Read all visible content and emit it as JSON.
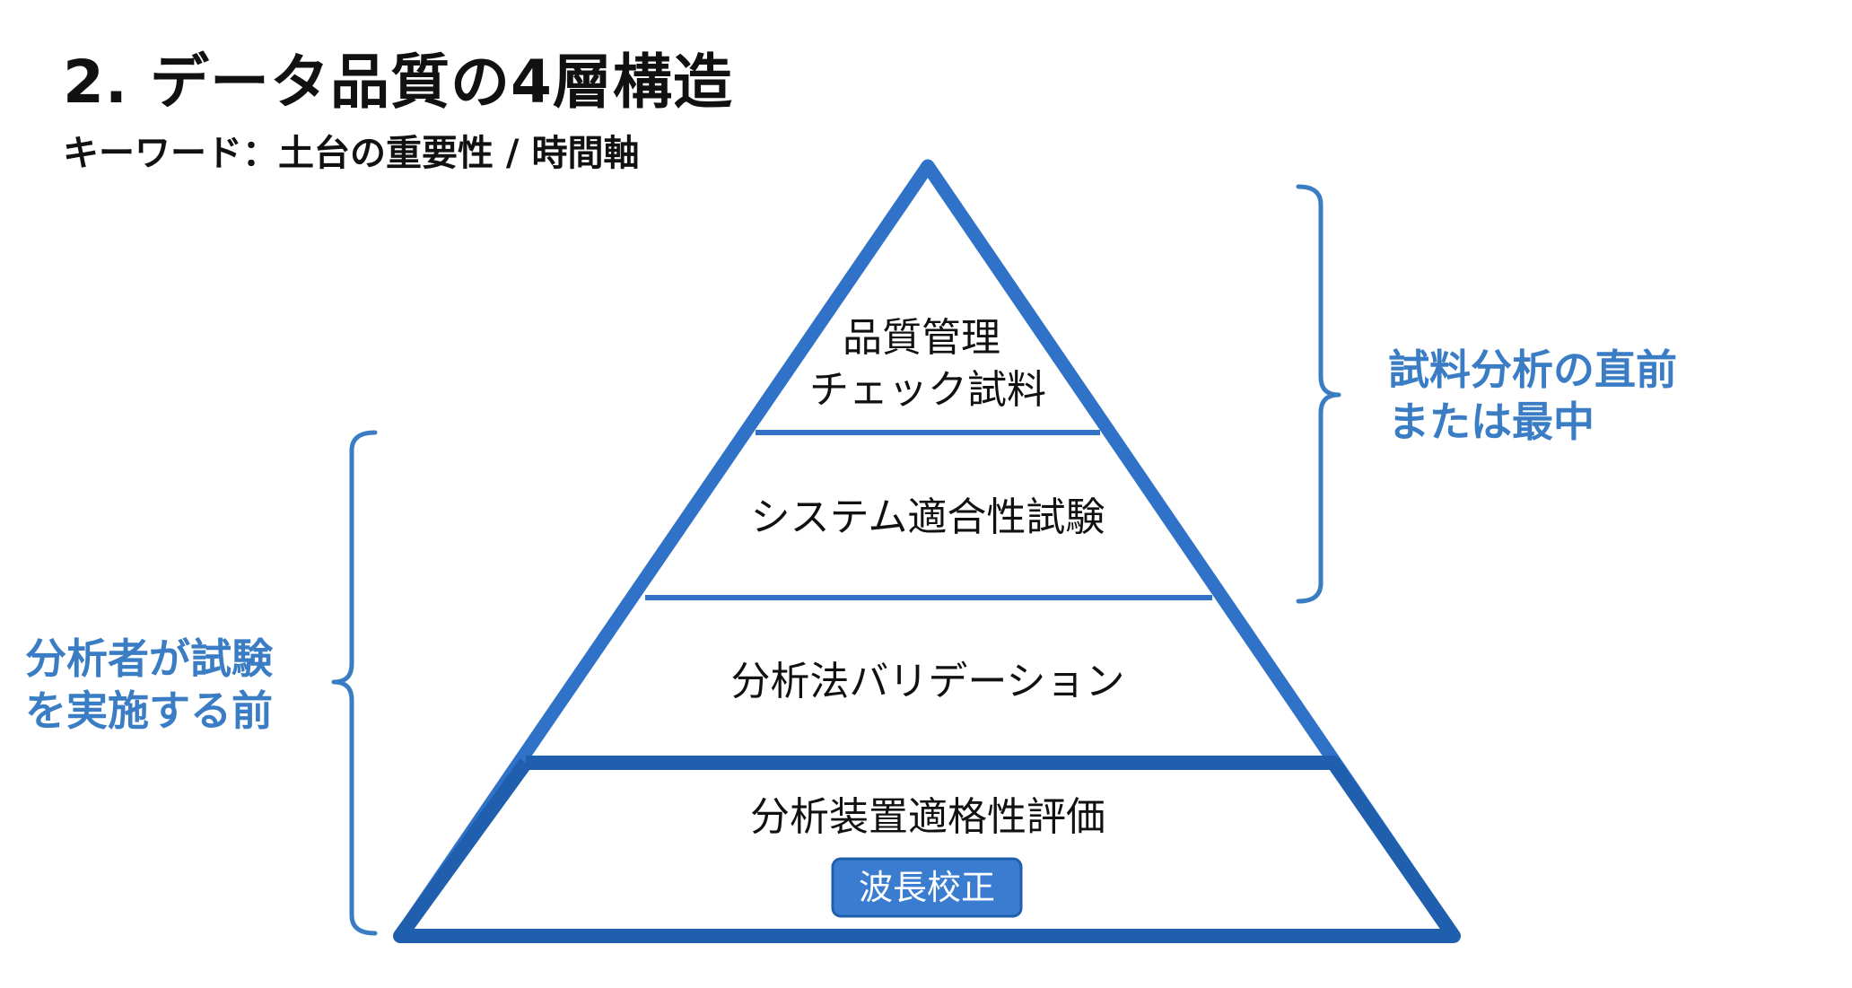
{
  "header": {
    "title": "2. データ品質の4層構造",
    "subtitle": "キーワード：土台の重要性 / 時間軸"
  },
  "pyramid": {
    "layers": [
      {
        "lines": [
          "品質管理",
          "チェック試料"
        ]
      },
      {
        "lines": [
          "システム適合性試験"
        ]
      },
      {
        "lines": [
          "分析法バリデーション"
        ]
      },
      {
        "lines": [
          "分析装置適格性評価"
        ],
        "badge": "波長校正"
      }
    ]
  },
  "brackets": {
    "right": {
      "lines": [
        "試料分析の直前",
        "または最中"
      ]
    },
    "left": {
      "lines": [
        "分析者が試験",
        "を実施する前"
      ]
    }
  },
  "colors": {
    "pyramid_stroke": "#2f72c7",
    "base_stroke": "#1f5fae",
    "bracket": "#3a7dc4",
    "badge_fill": "#3a7dd0",
    "badge_stroke": "#1f5fae"
  }
}
